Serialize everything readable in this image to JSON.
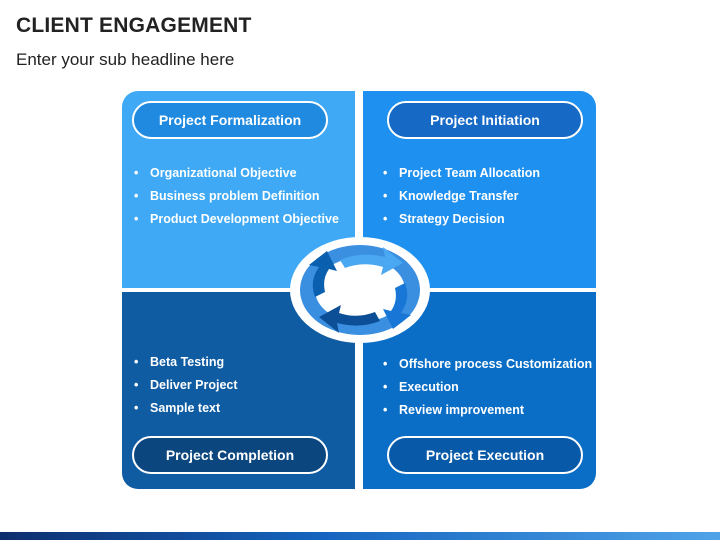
{
  "header": {
    "title": "CLIENT ENGAGEMENT",
    "subtitle": "Enter your sub headline here"
  },
  "quadrants": [
    {
      "label": "Project Formalization",
      "bullets": [
        "Organizational Objective",
        "Business problem Definition",
        "Product Development Objective"
      ],
      "color": "#3fa9f5"
    },
    {
      "label": "Project Initiation",
      "bullets": [
        "Project Team Allocation",
        "Knowledge Transfer",
        "Strategy Decision"
      ],
      "color": "#1e90f0"
    },
    {
      "label": "Project Completion",
      "bullets": [
        "Beta Testing",
        "Deliver Project",
        "Sample text"
      ],
      "color": "#0f5ca2"
    },
    {
      "label": "Project Execution",
      "bullets": [
        "Offshore process Customization",
        "Execution",
        "Review improvement"
      ],
      "color": "#0a6ec7"
    }
  ],
  "center_icon": "cycle-arrows-icon"
}
